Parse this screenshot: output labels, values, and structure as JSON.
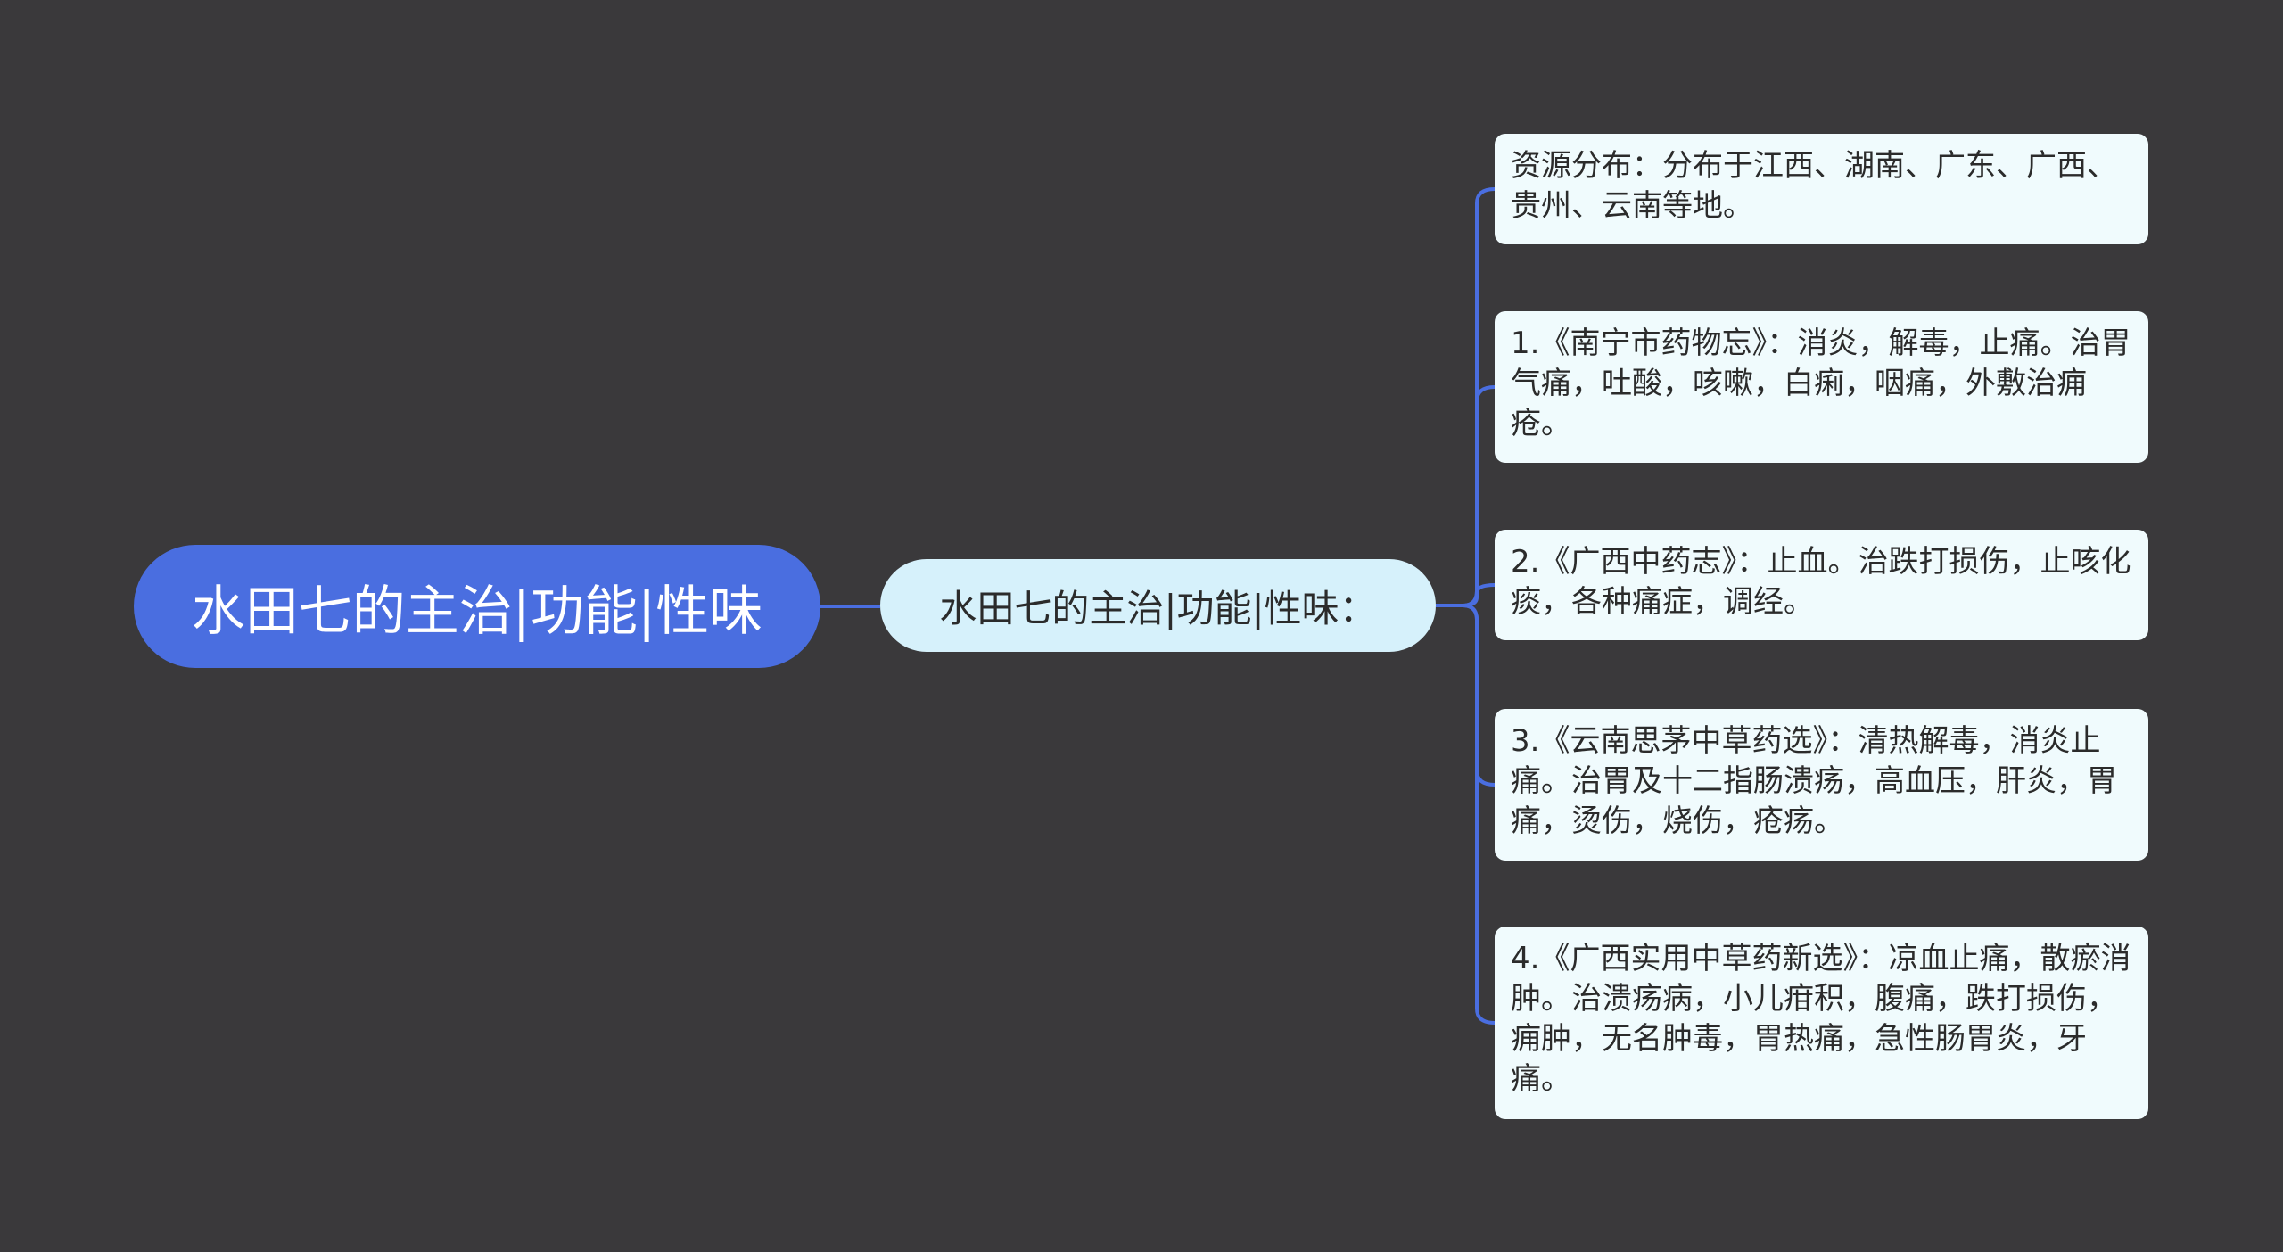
{
  "mindmap": {
    "root": "水田七的主治|功能|性味",
    "sub": "水田七的主治|功能|性味：",
    "leaves": [
      "资源分布：分布于江西、湖南、广东、广西、贵州、云南等地。",
      "1.《南宁市药物忘》：消炎，解毒，止痛。治胃气痛，吐酸，咳嗽，白痢，咽痛，外敷治痈疮。",
      "2.《广西中药志》：止血。治跌打损伤，止咳化痰，各种痛症，调经。",
      "3.《云南思茅中草药选》：清热解毒，消炎止痛。治胃及十二指肠溃疡，高血压，肝炎，胃痛，烫伤，烧伤，疮疡。",
      "4.《广西实用中草药新选》：凉血止痛，散瘀消肿。治溃疡病，小儿疳积，腹痛，跌打损伤，痈肿，无名肿毒，胃热痛，急性肠胃炎，牙痛。"
    ]
  },
  "colors": {
    "background": "#3a393b",
    "root_fill": "#4a6ee0",
    "sub_fill": "#d6f1fb",
    "leaf_fill": "#f0fbfd",
    "connector": "#4a6ee0"
  }
}
